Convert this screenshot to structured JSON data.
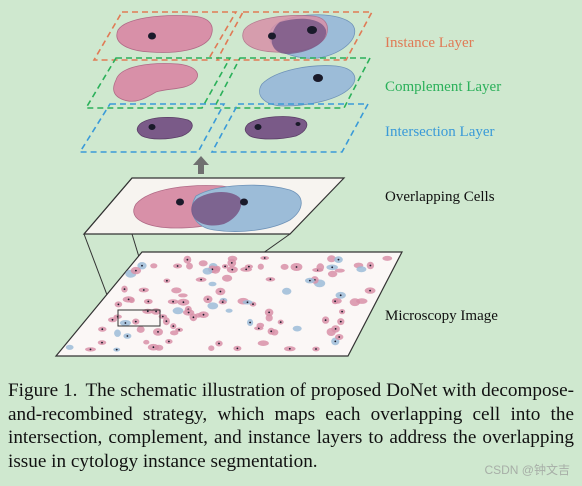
{
  "layers": {
    "instance": {
      "label": "Instance Layer",
      "color": "#e07a55"
    },
    "complement": {
      "label": "Complement Layer",
      "color": "#2bb05a"
    },
    "intersection": {
      "label": "Intersection Layer",
      "color": "#3a9ad8"
    }
  },
  "labels": {
    "overlapping": "Overlapping Cells",
    "microscopy": "Microscopy Image"
  },
  "colors": {
    "pink_cell": "#d890a8",
    "blue_cell": "#9cbcd8",
    "overlap_cell": "#7a5a88",
    "nucleus": "#1a1a2a",
    "background": "#cfe8cf"
  },
  "caption": {
    "number": "Figure 1.",
    "text": "The schematic illustration of proposed DoNet with decompose-and-recombined strategy, which maps each overlapping cell into the intersection, complement, and instance layers to address the overlapping issue in cytology instance segmentation."
  },
  "watermark": "CSDN @钟文吉"
}
